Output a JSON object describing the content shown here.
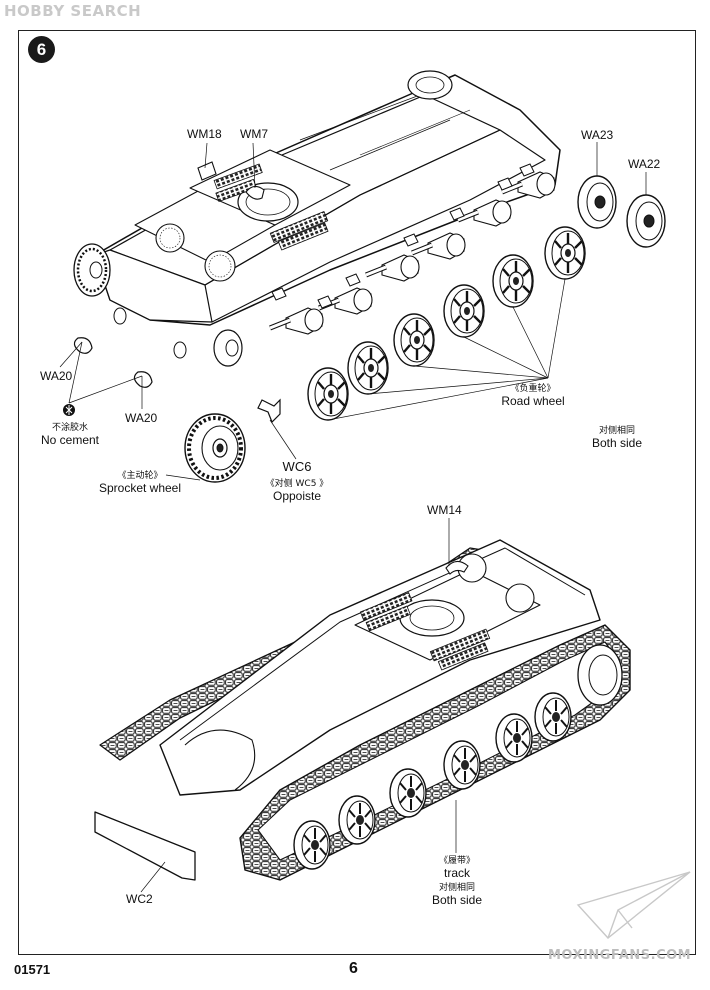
{
  "watermark_top": "HOBBY SEARCH",
  "watermark_bottom": "MOXINGFANS.COM",
  "step_number": "6",
  "labels": {
    "wm18": "WM18",
    "wm7": "WM7",
    "wa23": "WA23",
    "wa22": "WA22",
    "wa20_left": "WA20",
    "wa20_mid": "WA20",
    "no_cement_cn": "不涂胶水",
    "no_cement": "No cement",
    "sprocket_cn": "《主动轮》",
    "sprocket": "Sprocket wheel",
    "wc6": "WC6",
    "wc6_opposite_cn": "《对侧 WC5 》",
    "wc6_opposite": "Oppoiste",
    "road_wheel_cn": "《负重轮》",
    "road_wheel": "Road wheel",
    "both_side_cn_top": "对侧相同",
    "both_side_top": "Both side",
    "wm14": "WM14",
    "track_cn": "《履带》",
    "track": "track",
    "both_side_cn_bottom": "对侧相同",
    "both_side_bottom": "Both side",
    "wc2": "WC2"
  },
  "footer": {
    "code": "01571",
    "page": "6"
  }
}
